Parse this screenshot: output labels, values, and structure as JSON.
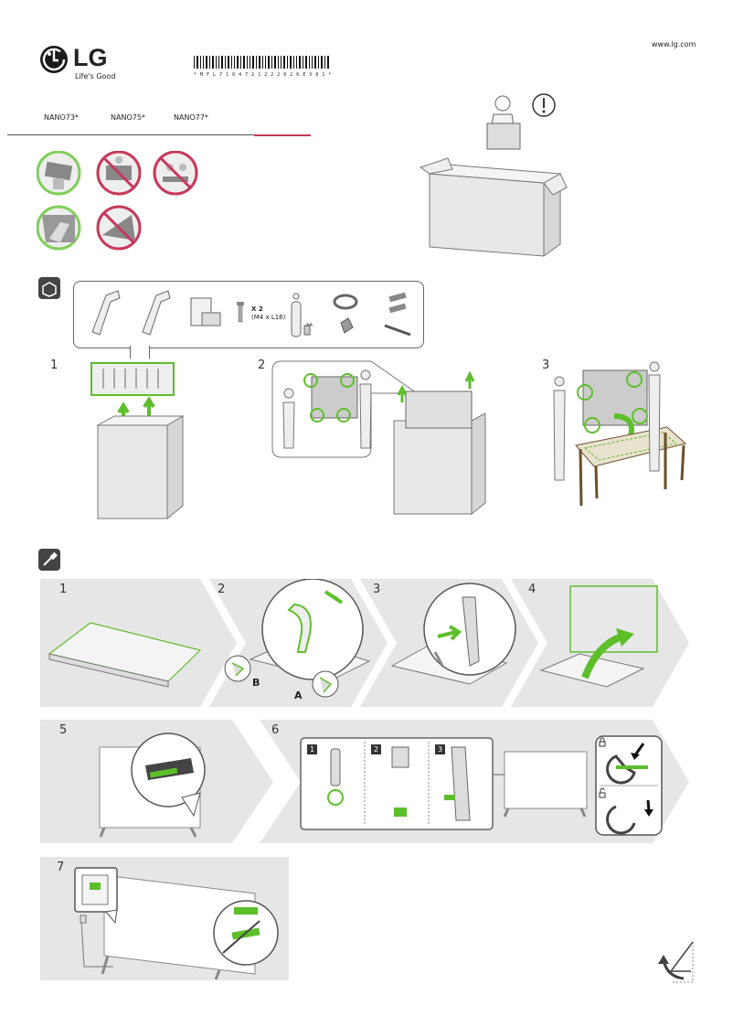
{
  "brand": {
    "logo_text": "LG",
    "tagline": "Life's Good"
  },
  "barcode_text": "* M F L 7 1 0 4 7 2 1 2 2 2 0 2 K E V 0 1 *",
  "website": "www.lg.com",
  "models": [
    "NANO73*",
    "NANO75*",
    "NANO77*"
  ],
  "parts": {
    "screw_qty": "X 2",
    "screw_spec": "(M4 x L16)",
    "battery_label": "AA"
  },
  "unpack_steps": [
    "1",
    "2",
    "3"
  ],
  "assembly_steps": [
    "1",
    "2",
    "3",
    "4",
    "5",
    "6",
    "7"
  ],
  "stand_labels": {
    "a": "A",
    "b": "B"
  },
  "cable_steps": [
    "1",
    "2",
    "3"
  ],
  "colors": {
    "accent_green": "#5cbf2a",
    "warning_red": "#c8385a",
    "brand_red": "#a50034"
  }
}
